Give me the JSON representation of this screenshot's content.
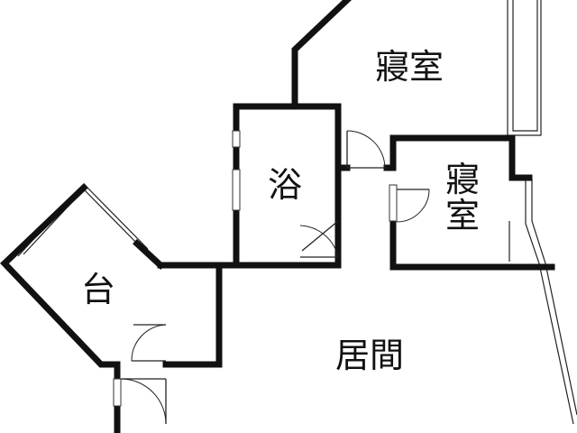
{
  "rooms": {
    "bedroom_top": "寢室",
    "bath": "浴",
    "bedroom_small_line1": "寢",
    "bedroom_small_line2": "室",
    "balcony": "台",
    "living": "居間"
  }
}
